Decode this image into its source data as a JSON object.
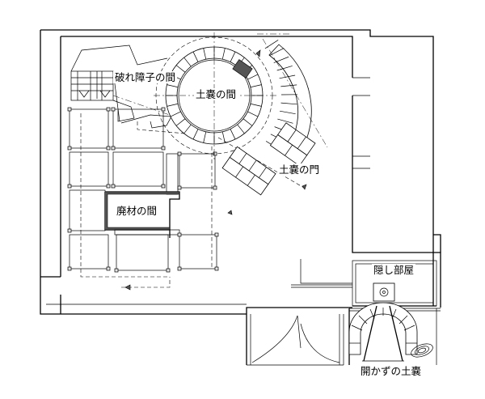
{
  "rooms": {
    "broken_shoji": "破れ障子の間",
    "sandbag": "土嚢の間",
    "sandbag_gate": "土嚢の門",
    "scrap": "廃材の間",
    "hidden": "隠し部屋",
    "unopened_sandbag": "開かずの土嚢"
  }
}
